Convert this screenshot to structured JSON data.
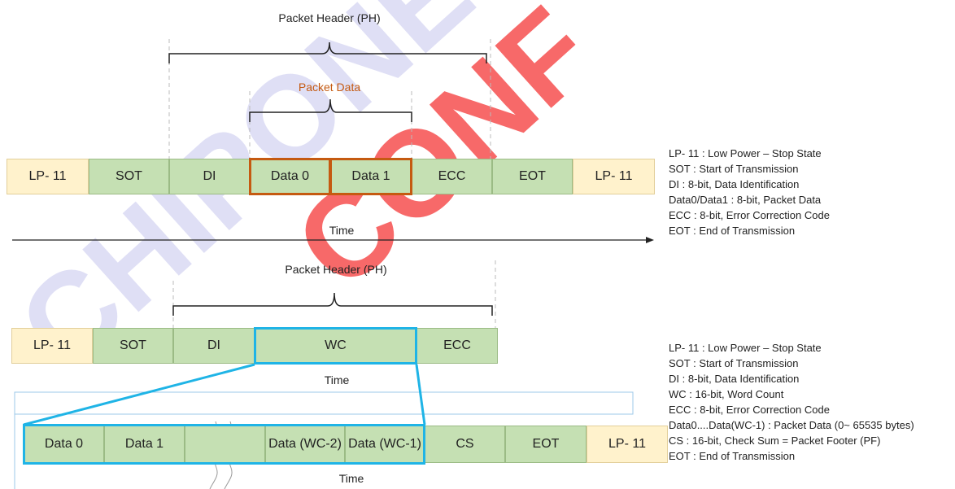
{
  "diagram1": {
    "header_label": "Packet Header (PH)",
    "data_label": "Packet Data",
    "cells": [
      "LP- 11",
      "SOT",
      "DI",
      "Data 0",
      "Data 1",
      "ECC",
      "EOT",
      "LP- 11"
    ],
    "time_label": "Time",
    "legend": [
      "LP- 11 : Low Power – Stop State",
      "SOT : Start of Transmission",
      "DI : 8-bit, Data Identification",
      "Data0/Data1 : 8-bit, Packet Data",
      "ECC : 8-bit, Error Correction Code",
      "EOT : End of Transmission"
    ]
  },
  "diagram2": {
    "header_label": "Packet Header (PH)",
    "cells": [
      "LP- 11",
      "SOT",
      "DI",
      "WC",
      "ECC"
    ],
    "time_label": "Time",
    "row2_cells": [
      "Data 0",
      "Data 1",
      "",
      "Data (WC-2)",
      "Data (WC-1)",
      "CS",
      "EOT",
      "LP- 11"
    ],
    "time_label_2": "Time",
    "legend": [
      "LP- 11 : Low Power – Stop State",
      "SOT : Start of Transmission",
      "DI : 8-bit, Data Identification",
      "WC : 16-bit, Word Count",
      "ECC : 8-bit, Error Correction Code",
      "Data0....Data(WC-1) : Packet Data (0~ 65535 bytes)",
      "CS : 16-bit, Check Sum = Packet Footer (PF)",
      "EOT : End of Transmission"
    ]
  },
  "watermark": {
    "text": "CHIPONE CONFIDENTIAL",
    "color": "#f5a0a0"
  },
  "colors": {
    "green": "#c5e0b3",
    "yellow": "#fff2cc",
    "orange": "#c55a11",
    "blue": "#1fb4e6"
  }
}
